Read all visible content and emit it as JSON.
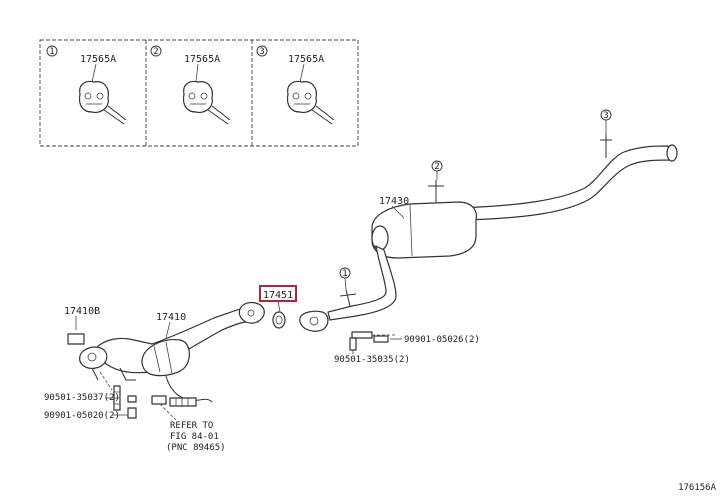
{
  "colors": {
    "highlight": "#b0243c",
    "ink": "#333333"
  },
  "insets": [
    {
      "num": "1",
      "part": "17565A"
    },
    {
      "num": "2",
      "part": "17565A"
    },
    {
      "num": "3",
      "part": "17565A"
    }
  ],
  "callouts": {
    "c1": "1",
    "c2": "2",
    "c3": "3"
  },
  "labels": {
    "muffler": "17430",
    "gasket": "17451",
    "pipe_front": "17410",
    "nut_front": "17410B",
    "bolt_right": "90901-05026(2)",
    "stud_right": "90501-35035(2)",
    "stud_left": "90501-35037(2)",
    "bolt_left": "90901-05020(2)"
  },
  "note": {
    "line1": "REFER TO",
    "line2": "FIG 84-01",
    "line3": "(PNC 89465)"
  },
  "figure_code": "176156A"
}
